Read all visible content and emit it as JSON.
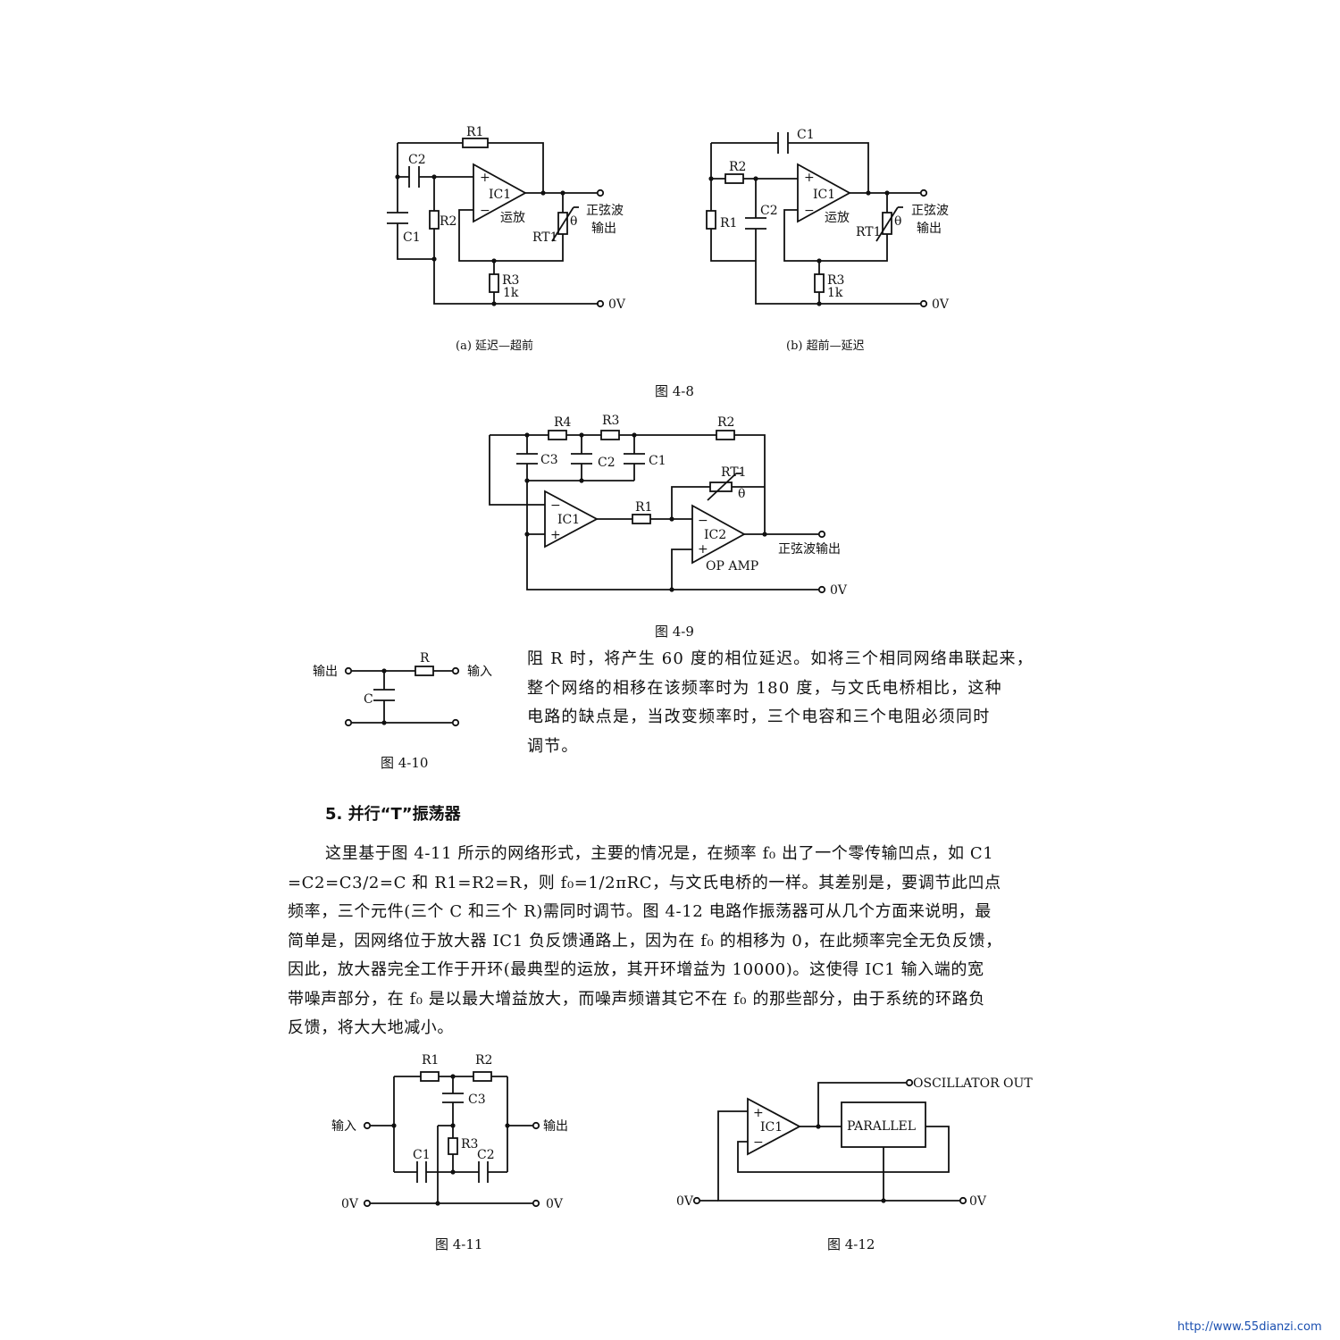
{
  "fig48": {
    "a": {
      "R1": "R1",
      "C2": "C2",
      "C1": "C1",
      "R2": "R2",
      "IC1": "IC1",
      "opamp": "运放",
      "RT1": "RT1",
      "theta": "θ",
      "R3": "R3",
      "R3v": "1k",
      "out1": "正弦波",
      "out2": "输出",
      "gnd": "0V",
      "plus": "+",
      "minus": "−",
      "caption": "(a) 延迟—超前"
    },
    "b": {
      "C1": "C1",
      "R2": "R2",
      "R1": "R1",
      "C2": "C2",
      "IC1": "IC1",
      "opamp": "运放",
      "RT1": "RT1",
      "theta": "θ",
      "R3": "R3",
      "R3v": "1k",
      "out1": "正弦波",
      "out2": "输出",
      "gnd": "0V",
      "plus": "+",
      "minus": "−",
      "caption": "(b) 超前—延迟"
    },
    "caption": "图 4-8"
  },
  "fig49": {
    "R4": "R4",
    "R3": "R3",
    "R2": "R2",
    "C3": "C3",
    "C2": "C2",
    "C1": "C1",
    "RT1": "RT1",
    "theta": "θ",
    "IC1": "IC1",
    "R1": "R1",
    "IC2": "IC2",
    "opamp": "OP AMP",
    "out": "正弦波输出",
    "gnd": "0V",
    "plus": "+",
    "minus": "−",
    "caption": "图 4-9"
  },
  "fig410": {
    "out": "输出",
    "in": "输入",
    "R": "R",
    "C": "C",
    "caption": "图 4-10"
  },
  "para1": [
    "阻 R 时，将产生 60 度的相位延迟。如将三个相同网络串联起来，",
    "整个网络的相移在该频率时为 180 度，与文氏电桥相比，这种",
    "电路的缺点是，当改变频率时，三个电容和三个电阻必须同时",
    "调节。"
  ],
  "section_title": "5. 并行“T”振荡器",
  "para2": [
    "这里基于图 4-11 所示的网络形式，主要的情况是，在频率 f₀ 出了一个零传输凹点，如 C1",
    "=C2=C3/2=C 和 R1=R2=R，则 f₀=1/2πRC，与文氏电桥的一样。其差别是，要调节此凹点",
    "频率，三个元件(三个 C 和三个 R)需同时调节。图 4-12 电路作振荡器可从几个方面来说明，最",
    "简单是，因网络位于放大器 IC1 负反馈通路上，因为在 f₀ 的相移为 0，在此频率完全无负反馈，",
    "因此，放大器完全工作于开环(最典型的运放，其开环增益为 10000)。这使得 IC1 输入端的宽",
    "带噪声部分，在 f₀ 是以最大增益放大，而噪声频谱其它不在 f₀ 的那些部分，由于系统的环路负",
    "反馈，将大大地减小。"
  ],
  "fig411": {
    "R1": "R1",
    "R2": "R2",
    "C3": "C3",
    "R3": "R3",
    "C1": "C1",
    "C2": "C2",
    "in": "输入",
    "out": "输出",
    "gnd_l": "0V",
    "gnd_r": "0V",
    "caption": "图 4-11"
  },
  "fig412": {
    "osc": "OSCILLATOR OUT",
    "IC1": "IC1",
    "parallel": "PARALLEL",
    "gnd_l": "0V",
    "gnd_r": "0V",
    "plus": "+",
    "minus": "−",
    "caption": "图 4-12"
  },
  "watermark": "http://www.55dianzi.com"
}
